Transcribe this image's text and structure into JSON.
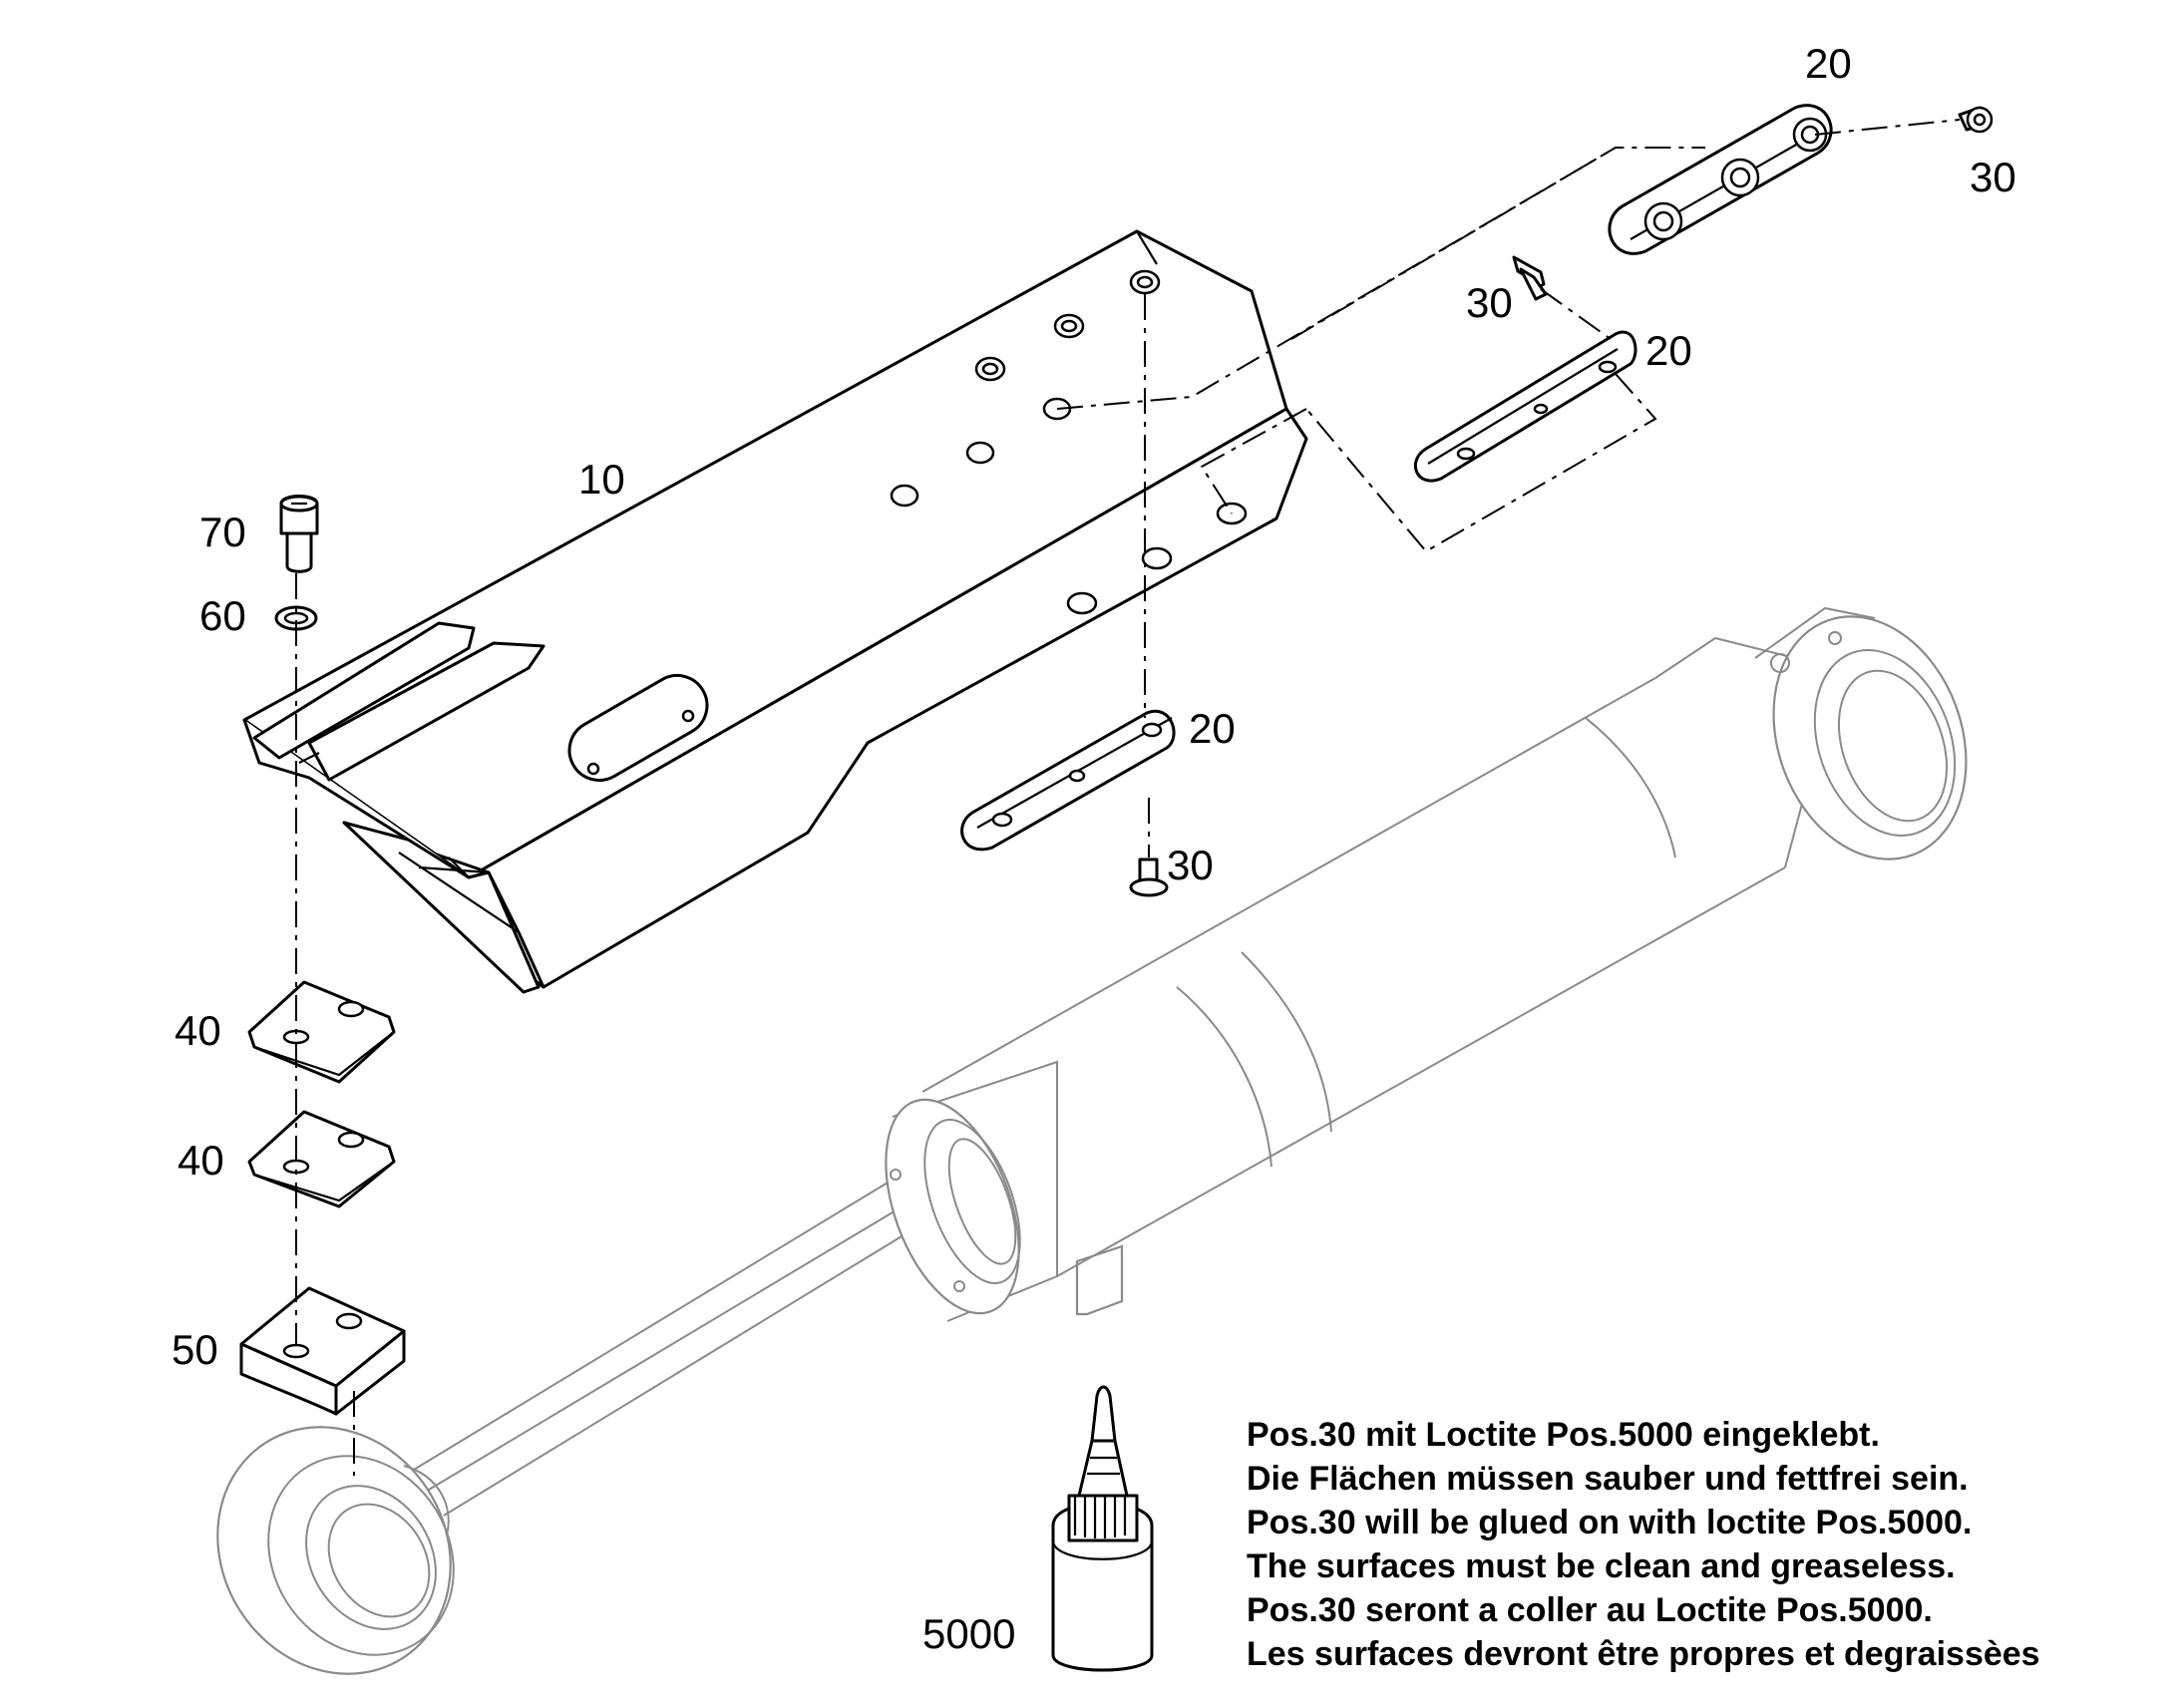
{
  "labels": {
    "p10": "10",
    "p20_top": "20",
    "p30_top": "30",
    "p30_mid": "30",
    "p20_mid": "20",
    "p20_low": "20",
    "p30_low": "30",
    "p70": "70",
    "p60": "60",
    "p40_a": "40",
    "p40_b": "40",
    "p50": "50",
    "p5000": "5000"
  },
  "note": {
    "line1": "Pos.30 mit Loctite Pos.5000 eingeklebt.",
    "line2": "Die Flächen müssen sauber und fettfrei sein.",
    "line3": "Pos.30 will be glued on with loctite Pos.5000.",
    "line4": "The surfaces must be clean and greaseless.",
    "line5": "Pos.30 seront a coller au Loctite Pos.5000.",
    "line6": "Les surfaces devront être propres et degraissèes"
  }
}
